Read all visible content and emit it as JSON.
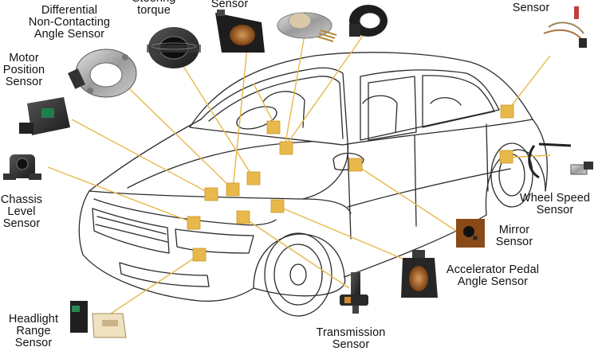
{
  "labels": {
    "differential": "Differential\nNon-Contacting\nAngle Sensor",
    "steering": "Steering\ntorque",
    "sensor_top": "Sensor",
    "motor": "Motor\nPosition\nSensor",
    "chassis": "Chassis\nLevel\nSensor",
    "headlight": "Headlight\nRange\nSensor",
    "transmission": "Transmission\nSensor",
    "accelerator": "Accelerator Pedal\nAngle Sensor",
    "mirror": "Mirror\nSensor",
    "wheel_speed": "Wheel Speed\nSensor",
    "sensor_topright": "Sensor"
  },
  "colors": {
    "marker": "#E8B84A",
    "marker_border": "#C99A2E",
    "leader": "#E8B84A",
    "car_outline": "#2b2b2b",
    "background": "#ffffff"
  },
  "icons": [
    "differential-angle-sensor-icon",
    "steering-torque-sensor-icon",
    "sensor-top-icon",
    "pressure-sensor-icon",
    "ring-sensor-icon",
    "motor-position-sensor-icon",
    "chassis-level-sensor-icon",
    "headlight-range-sensor-icon",
    "transmission-sensor-icon",
    "accelerator-pedal-sensor-icon",
    "mirror-sensor-icon",
    "wheel-speed-sensor-icon",
    "wire-harness-sensor-icon"
  ]
}
